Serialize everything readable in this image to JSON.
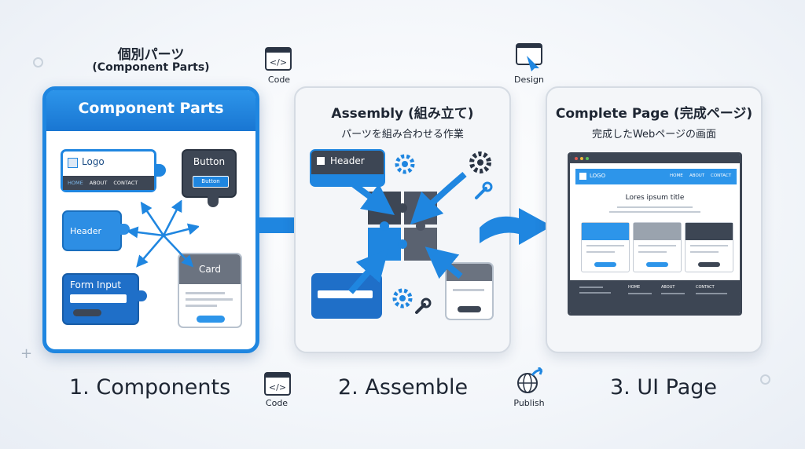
{
  "heading": {
    "jp": "個別パーツ",
    "en": "(Component Parts)"
  },
  "panel1": {
    "header": "Component Parts",
    "logo_piece": {
      "label": "Logo",
      "nav": [
        "HOME",
        "ABOUT",
        "CONTACT"
      ]
    },
    "button_piece": {
      "title": "Button",
      "button_label": "Button"
    },
    "header_piece": "Header",
    "form_piece": "Form Input",
    "card_piece": "Card"
  },
  "panel2": {
    "title": "Assembly (組み立て)",
    "subtitle": "パーツを組み合わせる作業",
    "header_piece": "Header"
  },
  "panel3": {
    "title": "Complete Page (完成ページ)",
    "subtitle": "完成したWebページの画面",
    "browser": {
      "logo": "LOGO",
      "nav": [
        "HOME",
        "ABOUT",
        "CONTACT"
      ],
      "hero_title": "Lores ipsum title",
      "footer_cols": [
        "HOME",
        "ABOUT",
        "CONTACT"
      ]
    }
  },
  "icons": {
    "code_top": "Code",
    "design": "Design",
    "code_bottom": "Code",
    "publish": "Publish"
  },
  "steps": [
    "1. Components",
    "2. Assemble",
    "3. UI Page"
  ],
  "colors": {
    "accent": "#1f86e0",
    "dark": "#3d4654",
    "gray": "#6b7380"
  }
}
